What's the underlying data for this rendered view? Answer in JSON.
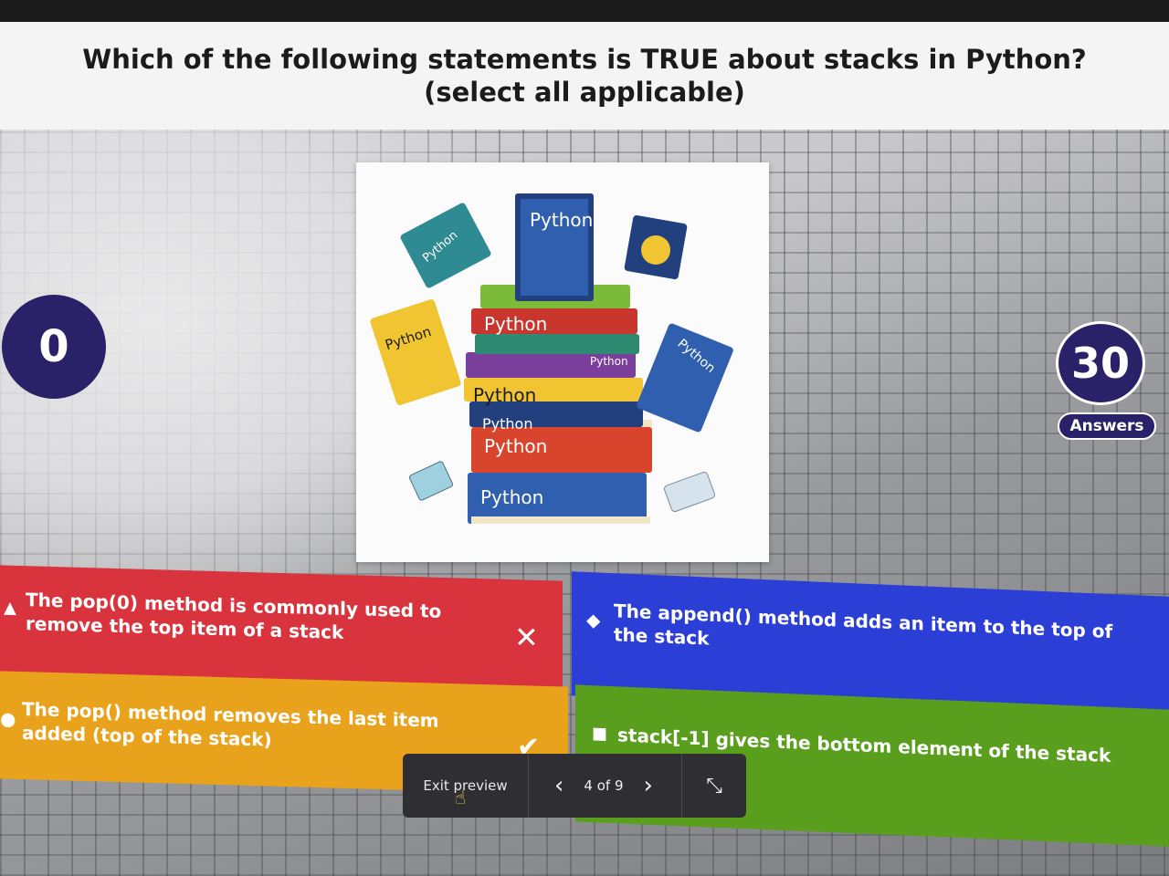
{
  "question": {
    "text": "Which of the following statements is TRUE about stacks in Python? (select all applicable)"
  },
  "timer": {
    "value": "0"
  },
  "answers": {
    "count": "30",
    "label": "Answers"
  },
  "image": {
    "book_labels": [
      "Python",
      "Python",
      "Python",
      "Python",
      "Python",
      "Python",
      "Python",
      "Python",
      "Python",
      "Python"
    ]
  },
  "options": [
    {
      "shape": "triangle-icon",
      "text": "The pop(0) method is commonly used to remove the top item of a stack",
      "color": "#d9343e",
      "result": "incorrect"
    },
    {
      "shape": "diamond-icon",
      "text": "The append() method adds an item to the top of the stack",
      "color": "#2b3ed6",
      "result": ""
    },
    {
      "shape": "circle-icon",
      "text": "The pop() method removes the last item added (top of the stack)",
      "color": "#e9a21c",
      "result": "correct"
    },
    {
      "shape": "square-icon",
      "text": "stack[-1] gives the bottom element of the stack",
      "color": "#5a9e1e",
      "result": ""
    }
  ],
  "toolbar": {
    "exit_label": "Exit preview",
    "page_counter": "4 of 9"
  }
}
